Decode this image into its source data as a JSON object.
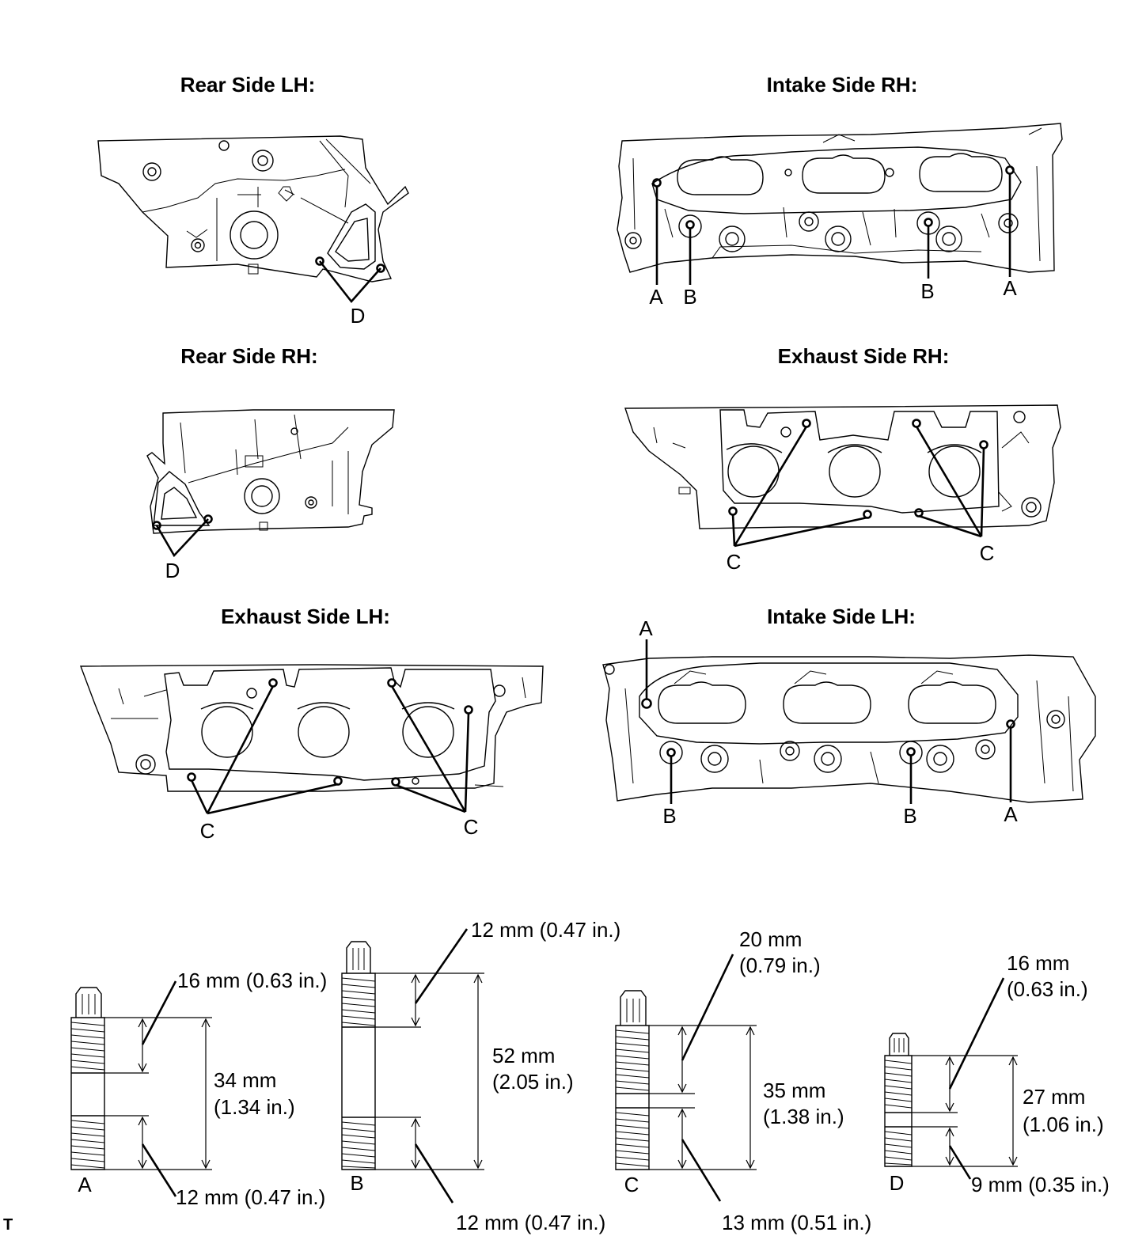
{
  "views": {
    "rear_lh": {
      "title": "Rear Side LH:",
      "labels": [
        "D"
      ]
    },
    "intake_rh": {
      "title": "Intake Side RH:",
      "labels": [
        "A",
        "B",
        "B",
        "A"
      ]
    },
    "rear_rh": {
      "title": "Rear Side RH:",
      "labels": [
        "D"
      ]
    },
    "exhaust_rh": {
      "title": "Exhaust Side RH:",
      "labels": [
        "C",
        "C"
      ]
    },
    "exhaust_lh": {
      "title": "Exhaust Side LH:",
      "labels": [
        "C",
        "C"
      ]
    },
    "intake_lh": {
      "title": "Intake Side LH:",
      "labels": [
        "A",
        "B",
        "B",
        "A"
      ]
    }
  },
  "studs": [
    {
      "letter": "A",
      "dims": [
        "16 mm (0.63 in.)",
        "34 mm",
        "(1.34 in.)",
        "12 mm (0.47 in.)"
      ]
    },
    {
      "letter": "B",
      "dims": [
        "12 mm (0.47 in.)",
        "52 mm",
        "(2.05 in.)",
        "12 mm (0.47 in.)"
      ]
    },
    {
      "letter": "C",
      "dims": [
        "20 mm",
        "(0.79 in.)",
        "35 mm",
        "(1.38 in.)",
        "13 mm (0.51 in.)"
      ]
    },
    {
      "letter": "D",
      "dims": [
        "16 mm",
        "(0.63 in.)",
        "27 mm",
        "(1.06 in.)",
        "9 mm (0.35 in.)"
      ]
    }
  ],
  "footer": {
    "mark": "T"
  }
}
